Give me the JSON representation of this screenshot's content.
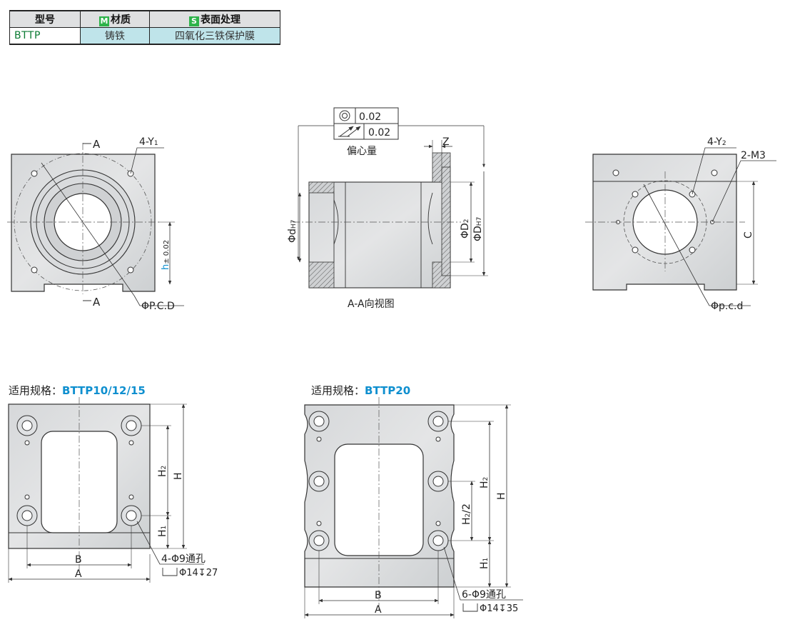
{
  "table": {
    "headers": {
      "model": "型号",
      "material": "材质",
      "material_badge": "M",
      "surface": "表面处理",
      "surface_badge": "S"
    },
    "row": {
      "model": "BTTP",
      "material": "铸铁",
      "surface": "四氧化三铁保护膜"
    }
  },
  "top_left_view": {
    "section_a_top": "A",
    "section_a_bottom": "A",
    "holes_label": "4-Y",
    "holes_sub": "1",
    "height_label": "h",
    "height_tol": "± 0.02",
    "pcd_label": "ΦP.C.D"
  },
  "section_view": {
    "concentricity_value": "0.02",
    "runout_value": "0.02",
    "eccentricity_label": "偏心量",
    "z_label": "Z",
    "bore_label": "Φd",
    "bore_sub": "H7",
    "d2_label": "ΦD",
    "d2_sub": "2",
    "dh_label": "ΦD",
    "dh_sub": "H7",
    "caption": "A-A向视图"
  },
  "top_right_view": {
    "holes_label": "4-Y",
    "holes_sub": "2",
    "thread_label": "2-M3",
    "c_label": "C",
    "pcd_label": "Φp.c.d"
  },
  "bottom_left": {
    "title_prefix": "适用规格：",
    "title_models": "BTTP10/12/15",
    "h2_label": "H",
    "h2_sub": "2",
    "h_label": "H",
    "h1_label": "H",
    "h1_sub": "1",
    "b_label": "B",
    "a_label": "A",
    "hole_note": "4-Φ9通孔",
    "cbore_note": "Φ14",
    "cbore_depth": "27"
  },
  "bottom_right": {
    "title_prefix": "适用规格：",
    "title_models": "BTTP20",
    "h2_label": "H",
    "h2_sub": "2",
    "h2half_label": "H",
    "h2half_sub": "2",
    "h2half_tail": "/2",
    "h_label": "H",
    "h1_label": "H",
    "h1_sub": "1",
    "b_label": "B",
    "a_label": "A",
    "hole_note": "6-Φ9通孔",
    "cbore_note": "Φ14",
    "cbore_depth": "35"
  }
}
